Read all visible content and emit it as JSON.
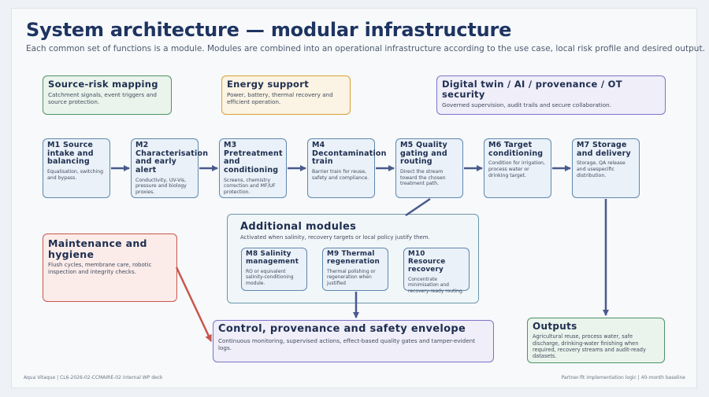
{
  "title": "System architecture — modular infrastructure",
  "subtitle": "Each common set of functions is a module. Modules are combined into an operational infrastructure according to the use case, local risk profile and desired output.",
  "top_boxes": [
    {
      "title": "Source-risk mapping",
      "body": "Catchment signals, event triggers and source protection."
    },
    {
      "title": "Energy support",
      "body": "Power, battery, thermal recovery and efficient operation."
    },
    {
      "title": "Digital twin / AI / provenance / OT security",
      "body": "Governed supervision, audit trails and secure collaboration."
    }
  ],
  "modules": [
    {
      "title": "M1 Source intake and balancing",
      "body": "Equalisation, switching and bypass."
    },
    {
      "title": "M2 Characterisation and early alert",
      "body": "Conductivity, UV-Vis, pressure and biology proxies."
    },
    {
      "title": "M3 Pretreatment and conditioning",
      "body": "Screens, chemistry correction and MF/UF protection."
    },
    {
      "title": "M4 Decontamination train",
      "body": "Barrier train for reuse, safety and compliance."
    },
    {
      "title": "M5 Quality gating and routing",
      "body": "Direct the stream toward the chosen treatment path."
    },
    {
      "title": "M6 Target conditioning",
      "body": "Condition for irrigation, process water or drinking target."
    },
    {
      "title": "M7 Storage and delivery",
      "body": "Storage, QA release and usespecific distribution."
    }
  ],
  "additional": {
    "title": "Additional modules",
    "body": "Activated when salinity, recovery targets or local policy justify them.",
    "items": [
      {
        "title": "M8 Salinity management",
        "body": "RO or equivalent salinity-conditioning module."
      },
      {
        "title": "M9 Thermal regeneration",
        "body": "Thermal polishing or regeneration when justified"
      },
      {
        "title": "M10 Resource recovery",
        "body": "Concentrate minimisation and recovery-ready routing."
      }
    ]
  },
  "maintenance": {
    "title": "Maintenance and hygiene",
    "body": "Flush cycles, membrane care, robotic inspection and integrity checks."
  },
  "control": {
    "title": "Control, provenance and safety envelope",
    "body": "Continuous monitoring, supervised actions, effect-based quality gates and tamper-evident logs."
  },
  "outputs": {
    "title": "Outputs",
    "body": "Agricultural reuse, process water, safe discharge, drinking-water finishing when required, recovery streams and audit-ready datasets."
  },
  "footer": {
    "left": "Aqua Vitaque | CL6-2026-02-CCMAIRE-02 internal WP deck",
    "right": "Partner-fit implementation logic | 40-month baseline"
  },
  "colors": {
    "title": "#1e3461",
    "green": "#4f9466",
    "orange": "#d8a233",
    "purple": "#7b74c6",
    "blue": "#5f87ad",
    "red": "#c9564b",
    "arrow": "#4a5a8c"
  }
}
